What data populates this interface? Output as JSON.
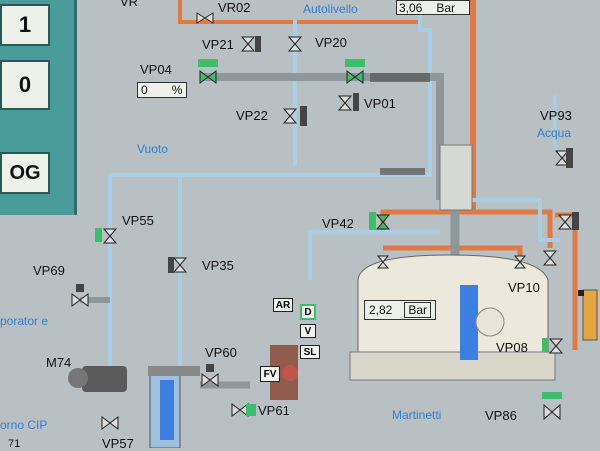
{
  "panel": {
    "btn1": "1",
    "btn2": "0",
    "btn3": "OG"
  },
  "top": {
    "vr_partial": "VR",
    "vr02": "VR02",
    "autolivello": "Autolivello",
    "autolivello_value": "3,06",
    "autolivello_unit": "Bar"
  },
  "valves": {
    "vp21": "VP21",
    "vp20": "VP20",
    "vp04": "VP04",
    "vp22": "VP22",
    "vp01": "VP01",
    "vp93": "VP93",
    "vp42": "VP42",
    "vp55": "VP55",
    "vp35": "VP35",
    "vp69": "VP69",
    "vp10": "VP10",
    "vp08": "VP08",
    "vp60": "VP60",
    "vp61": "VP61",
    "vp57": "VP57",
    "vp86": "VP86",
    "m74": "M74"
  },
  "vp04_display": {
    "value": "0",
    "unit": "%"
  },
  "lines": {
    "vuoto": "Vuoto",
    "acqua": "Acqua",
    "evaporatore": "porator e",
    "martinetti": "Martinetti",
    "giro_cip": "orno CIP",
    "bottom_left": "71"
  },
  "tank": {
    "pressure_value": "2,82",
    "pressure_unit": "Bar"
  },
  "controls": {
    "ar": "AR",
    "d": "D",
    "v": "V",
    "sl": "SL",
    "fv": "FV"
  },
  "colors": {
    "panel": "#4a9c9a",
    "pipe_blue": "#a8cfe6",
    "pipe_orange": "#e07a45",
    "pipe_grey": "#8f979b",
    "valve_green": "#3cbf6a"
  }
}
